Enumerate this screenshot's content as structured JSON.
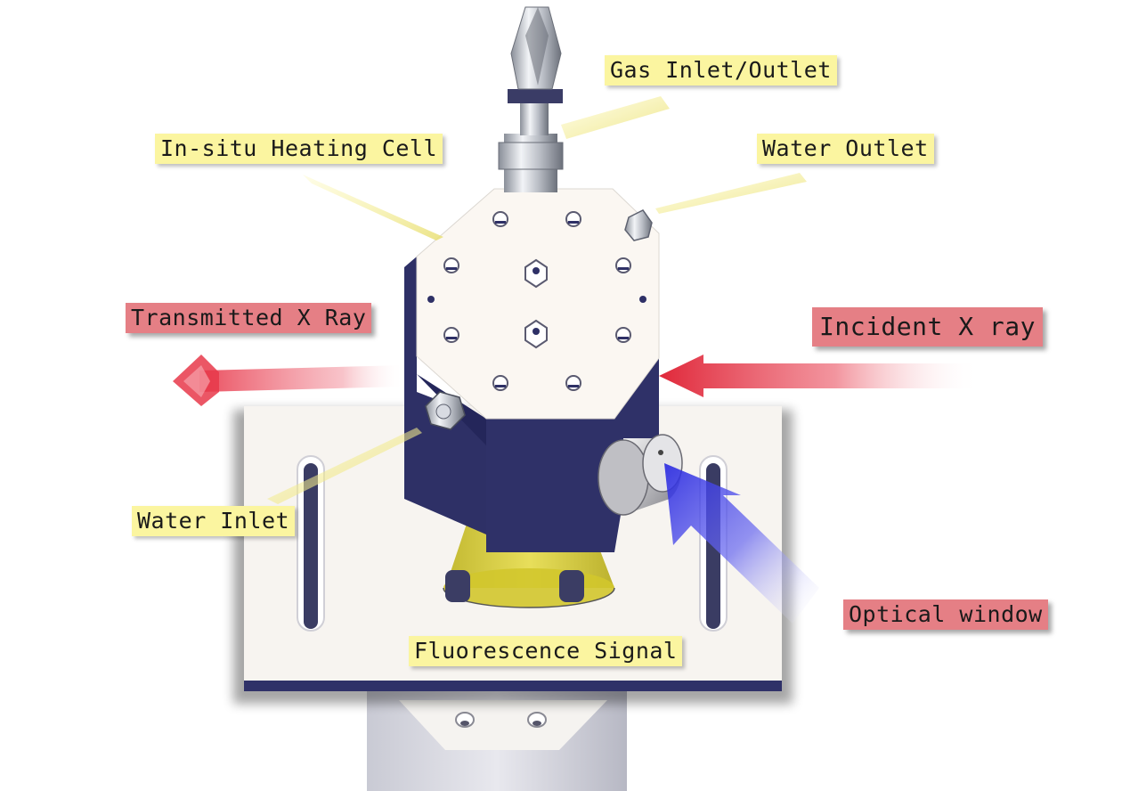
{
  "labels": {
    "gas_inlet_outlet": "Gas Inlet/Outlet",
    "in_situ_heating_cell": "In-situ Heating Cell",
    "water_outlet": "Water Outlet",
    "transmitted_x_ray": "Transmitted X Ray",
    "incident_x_ray": "Incident X ray",
    "water_inlet": "Water Inlet",
    "optical_window": "Optical window",
    "fluorescence_signal": "Fluorescence Signal"
  },
  "colors": {
    "callout_yellow": "#fbf5a0",
    "callout_red": "#e57f85",
    "cell_body": "#2f3168",
    "cell_face": "#fbf7f2",
    "xray_red": "#e0283a",
    "optical_blue": "#2626e0",
    "cone_yellow": "#d8cc2a"
  }
}
